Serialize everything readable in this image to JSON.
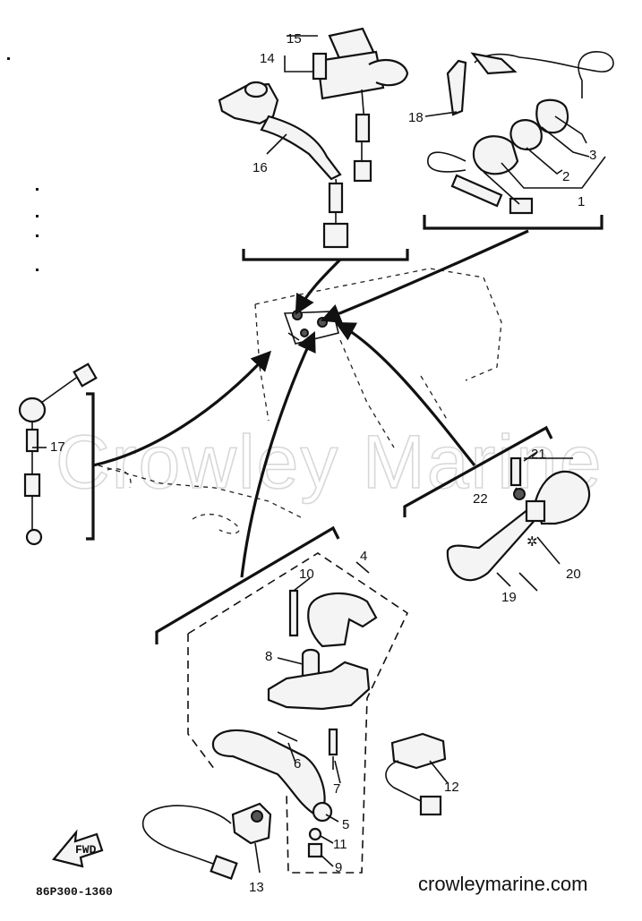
{
  "watermark": "Crowley Marine",
  "footer": {
    "code": "86P300-1360",
    "site": "crowleymarine.com"
  },
  "fwd_label": "FWD",
  "callouts": [
    "1",
    "2",
    "3",
    "4",
    "5",
    "6",
    "7",
    "8",
    "9",
    "10",
    "11",
    "12",
    "13",
    "14",
    "15",
    "16",
    "17",
    "18",
    "19",
    "20",
    "21",
    "22"
  ]
}
